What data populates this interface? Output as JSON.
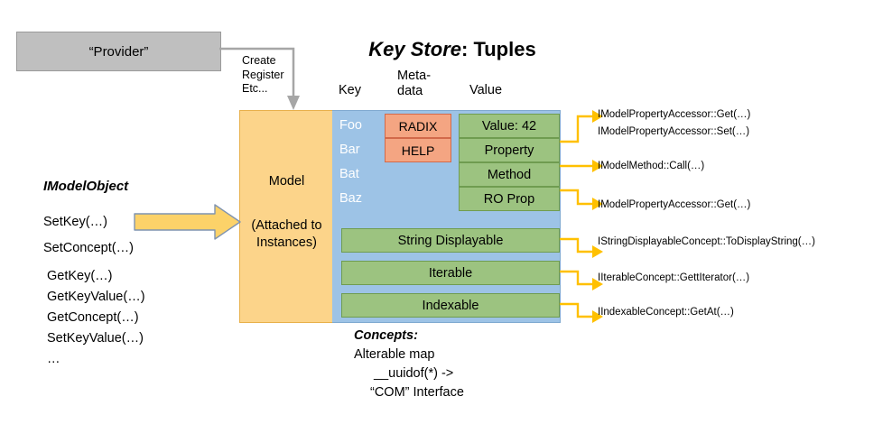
{
  "title": {
    "emphasis": "Key Store",
    "rest": ": Tuples"
  },
  "provider": {
    "label": "“Provider”"
  },
  "connector": {
    "lines": [
      "Create",
      "Register",
      "Etc..."
    ]
  },
  "columns": {
    "key": "Key",
    "metadata": "Meta-\ndata",
    "metadata_line1": "Meta-",
    "metadata_line2": "data",
    "value": "Value"
  },
  "model": {
    "title": "Model",
    "subtitle_line1": "(Attached to",
    "subtitle_line2": "Instances)"
  },
  "rows": [
    {
      "key": "Foo",
      "meta": "RADIX",
      "value": "Value: 42"
    },
    {
      "key": "Bar",
      "meta": "HELP",
      "value": "Property"
    },
    {
      "key": "Bat",
      "meta": "",
      "value": "Method"
    },
    {
      "key": "Baz",
      "meta": "",
      "value": "RO Prop"
    }
  ],
  "concept_bars": [
    {
      "label": "String Displayable"
    },
    {
      "label": "Iterable"
    },
    {
      "label": "Indexable"
    }
  ],
  "imodelobject": {
    "heading": "IModelObject",
    "group_a": [
      "SetKey(…)",
      "SetConcept(…)"
    ],
    "group_b": [
      "GetKey(…)",
      "GetKeyValue(…)",
      "GetConcept(…)",
      "SetKeyValue(…)",
      "…"
    ]
  },
  "annotations": [
    {
      "text": "IModelPropertyAccessor::Get(…)"
    },
    {
      "text": "IModelPropertyAccessor::Set(…)"
    },
    {
      "text": "IModelMethod::Call(…)"
    },
    {
      "text": "IModelPropertyAccessor::Get(…)"
    },
    {
      "text": "IStringDisplayableConcept::ToDisplayString(…)"
    },
    {
      "text": "IIterableConcept::GettIterator(…)"
    },
    {
      "text": "IIndexableConcept::GetAt(…)"
    }
  ],
  "concepts": {
    "heading": "Concepts:",
    "line1": "Alterable map",
    "line2": "__uuidof(*) ->",
    "line3": "“COM” Interface"
  },
  "colors": {
    "provider_fill": "#bfbfbf",
    "model_fill": "#fcd48a",
    "blue_fill": "#9dc3e6",
    "meta_fill": "#f4a582",
    "value_fill": "#9cc380",
    "arrow_yellow": "#ffc000",
    "connector_grey": "#a6a6a6"
  }
}
